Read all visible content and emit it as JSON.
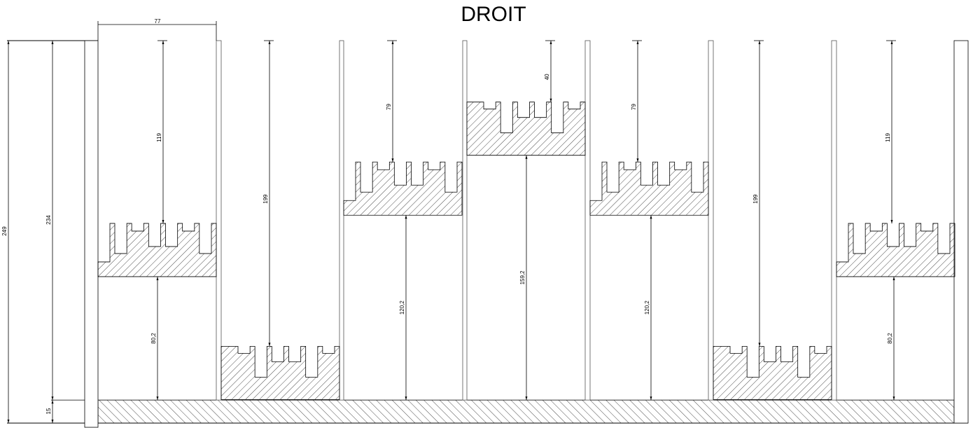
{
  "title": "DROIT",
  "colors": {
    "line": "#000000",
    "hatch": "#222222",
    "post_fill": "#ffffff"
  },
  "dimensions": {
    "bay_width": "77",
    "overall_height": "249",
    "inner_height": "234",
    "base_height": "15"
  },
  "units": {
    "overall_height": 249,
    "base_height": 15
  },
  "bays": [
    {
      "pattern": "A",
      "top_gap": 119,
      "top_label": "119",
      "bottom_label": "80,2"
    },
    {
      "pattern": "B",
      "top_gap": 199,
      "top_label": "199",
      "bottom_label": null
    },
    {
      "pattern": "A",
      "top_gap": 79,
      "top_label": "79",
      "bottom_label": "120,2"
    },
    {
      "pattern": "B",
      "top_gap": 40,
      "top_label": "40",
      "bottom_label": "159,2"
    },
    {
      "pattern": "A",
      "top_gap": 79,
      "top_label": "79",
      "bottom_label": "120,2"
    },
    {
      "pattern": "B",
      "top_gap": 199,
      "top_label": "199",
      "bottom_label": null
    },
    {
      "pattern": "A",
      "top_gap": 119,
      "top_label": "119",
      "bottom_label": "80,2"
    }
  ]
}
